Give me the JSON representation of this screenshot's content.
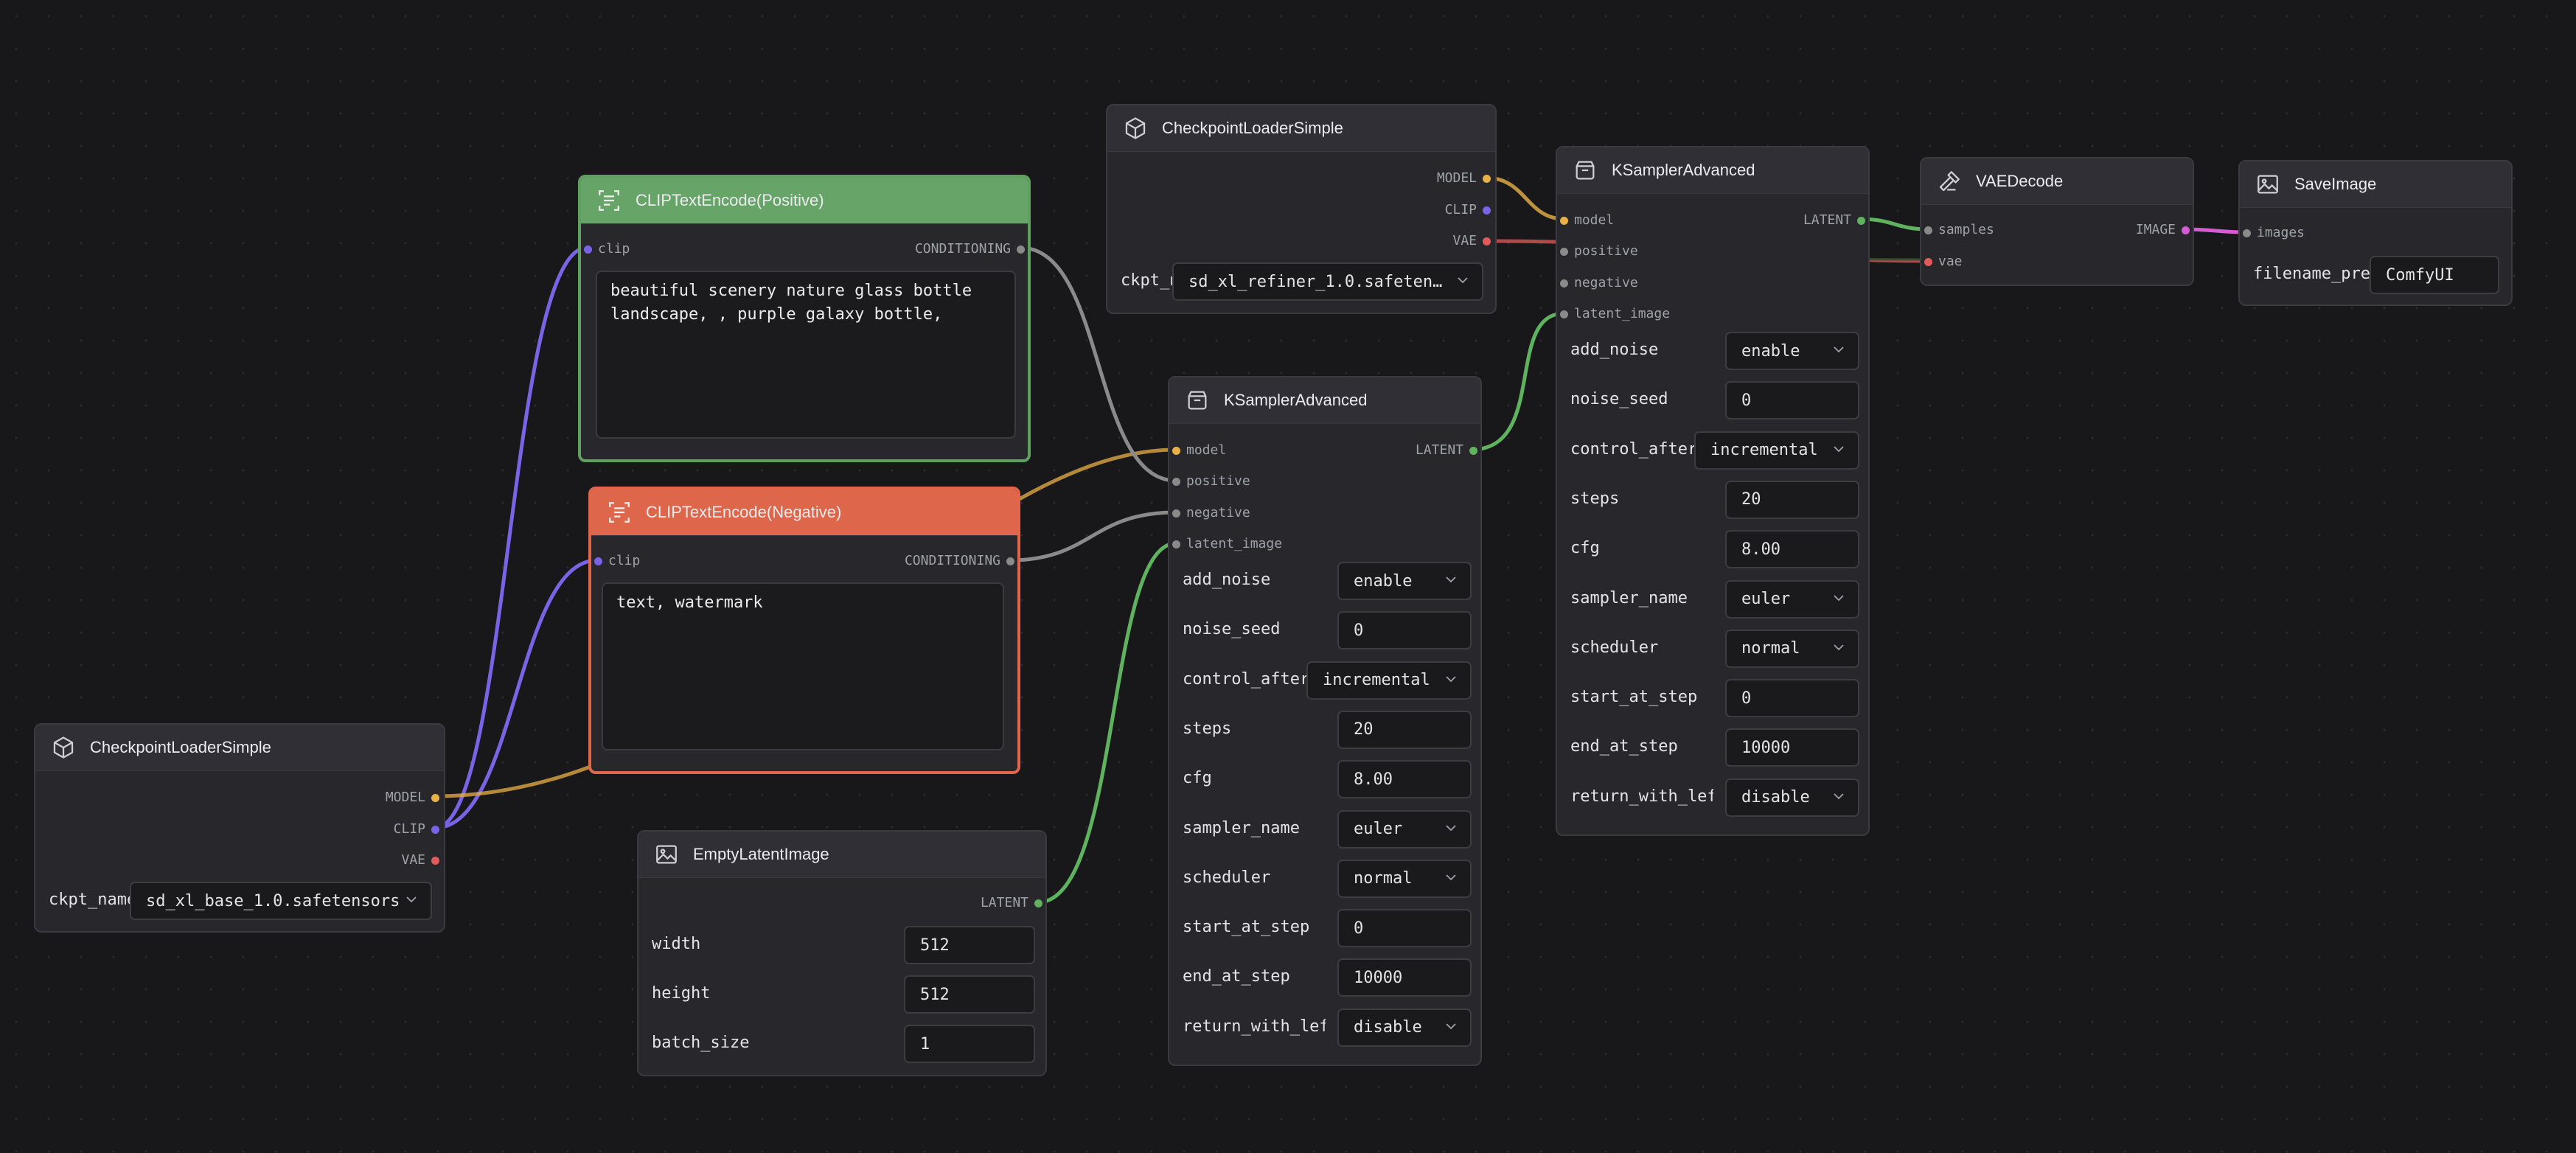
{
  "colors": {
    "model": "#e8b046",
    "clip": "#7a64e6",
    "vae": "#e35a5a",
    "conditioning": "#8a8a8a",
    "latent": "#5fb35f",
    "image": "#d55cd5",
    "generic": "#8a8a8a"
  },
  "checkpoint_base": {
    "title": "CheckpointLoaderSimple",
    "icon": "cube-icon",
    "out_model": "MODEL",
    "out_clip": "CLIP",
    "out_vae": "VAE",
    "ckpt_label": "ckpt_name",
    "ckpt_value": "sd_xl_base_1.0.safetensors"
  },
  "clip_positive": {
    "title": "CLIPTextEncode(Positive)",
    "icon": "text-icon",
    "in_clip": "clip",
    "out": "CONDITIONING",
    "text": "beautiful scenery nature glass bottle\nlandscape, , purple galaxy bottle,"
  },
  "clip_negative": {
    "title": "CLIPTextEncode(Negative)",
    "icon": "text-icon",
    "in_clip": "clip",
    "out": "CONDITIONING",
    "text": "text, watermark"
  },
  "empty_latent": {
    "title": "EmptyLatentImage",
    "icon": "image-icon",
    "out": "LATENT",
    "width_label": "width",
    "width_value": "512",
    "height_label": "height",
    "height_value": "512",
    "batch_label": "batch_size",
    "batch_value": "1"
  },
  "checkpoint_refiner": {
    "title": "CheckpointLoaderSimple",
    "icon": "cube-icon",
    "out_model": "MODEL",
    "out_clip": "CLIP",
    "out_vae": "VAE",
    "ckpt_label": "ckpt_name",
    "ckpt_value": "sd_xl_refiner_1.0.safeten…"
  },
  "ksampler_base": {
    "title": "KSamplerAdvanced",
    "icon": "sampler-icon",
    "in_model": "model",
    "in_positive": "positive",
    "in_negative": "negative",
    "in_latent": "latent_image",
    "out": "LATENT",
    "widgets": [
      {
        "label": "add_noise",
        "value": "enable",
        "combo": true
      },
      {
        "label": "noise_seed",
        "value": "0",
        "combo": false
      },
      {
        "label": "control_after",
        "value": "incremental",
        "combo": true
      },
      {
        "label": "steps",
        "value": "20",
        "combo": false
      },
      {
        "label": "cfg",
        "value": "8.00",
        "combo": false
      },
      {
        "label": "sampler_name",
        "value": "euler",
        "combo": true
      },
      {
        "label": "scheduler",
        "value": "normal",
        "combo": true
      },
      {
        "label": "start_at_step",
        "value": "0",
        "combo": false
      },
      {
        "label": "end_at_step",
        "value": "10000",
        "combo": false
      },
      {
        "label": "return_with_lefte",
        "value": "disable",
        "combo": true
      }
    ]
  },
  "ksampler_refiner": {
    "title": "KSamplerAdvanced",
    "icon": "sampler-icon",
    "in_model": "model",
    "in_positive": "positive",
    "in_negative": "negative",
    "in_latent": "latent_image",
    "out": "LATENT",
    "widgets": [
      {
        "label": "add_noise",
        "value": "enable",
        "combo": true
      },
      {
        "label": "noise_seed",
        "value": "0",
        "combo": false
      },
      {
        "label": "control_after",
        "value": "incremental",
        "combo": true
      },
      {
        "label": "steps",
        "value": "20",
        "combo": false
      },
      {
        "label": "cfg",
        "value": "8.00",
        "combo": false
      },
      {
        "label": "sampler_name",
        "value": "euler",
        "combo": true
      },
      {
        "label": "scheduler",
        "value": "normal",
        "combo": true
      },
      {
        "label": "start_at_step",
        "value": "0",
        "combo": false
      },
      {
        "label": "end_at_step",
        "value": "10000",
        "combo": false
      },
      {
        "label": "return_with_lefte",
        "value": "disable",
        "combo": true
      }
    ]
  },
  "vae_decode": {
    "title": "VAEDecode",
    "icon": "hammer-icon",
    "in_samples": "samples",
    "in_vae": "vae",
    "out": "IMAGE"
  },
  "save_image": {
    "title": "SaveImage",
    "icon": "image-icon",
    "in_images": "images",
    "prefix_label": "filename_pre",
    "prefix_value": "ComfyUI"
  }
}
